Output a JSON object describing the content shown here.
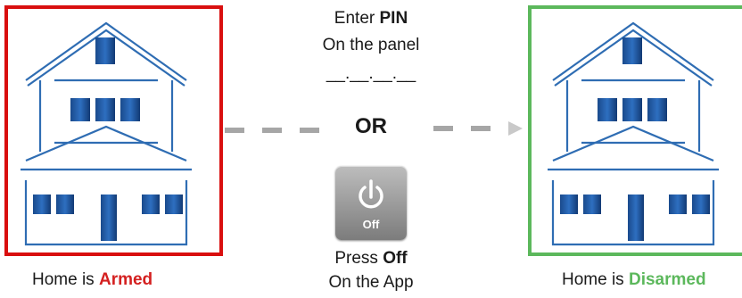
{
  "left_panel": {
    "caption_prefix": "Home is ",
    "caption_status": "Armed",
    "frame_color": "#d90f0f",
    "status_color": "#d42020"
  },
  "right_panel": {
    "caption_prefix": "Home is ",
    "caption_status": "Disarmed",
    "frame_color": "#5cb85c",
    "status_color": "#5cb85c"
  },
  "pin_instruction": {
    "line1_prefix": "Enter ",
    "line1_bold": "PIN",
    "line2": "On the panel",
    "pin_placeholder": "__.__.__.__"
  },
  "or_label": "OR",
  "app_instruction": {
    "button_label": "Off",
    "line1_prefix": "Press ",
    "line1_bold": "Off",
    "line2": "On the App"
  },
  "colors": {
    "house_outline": "#2f6db3",
    "window_fill_dark": "#1e4f93",
    "arrow": "#a6a6a6"
  }
}
